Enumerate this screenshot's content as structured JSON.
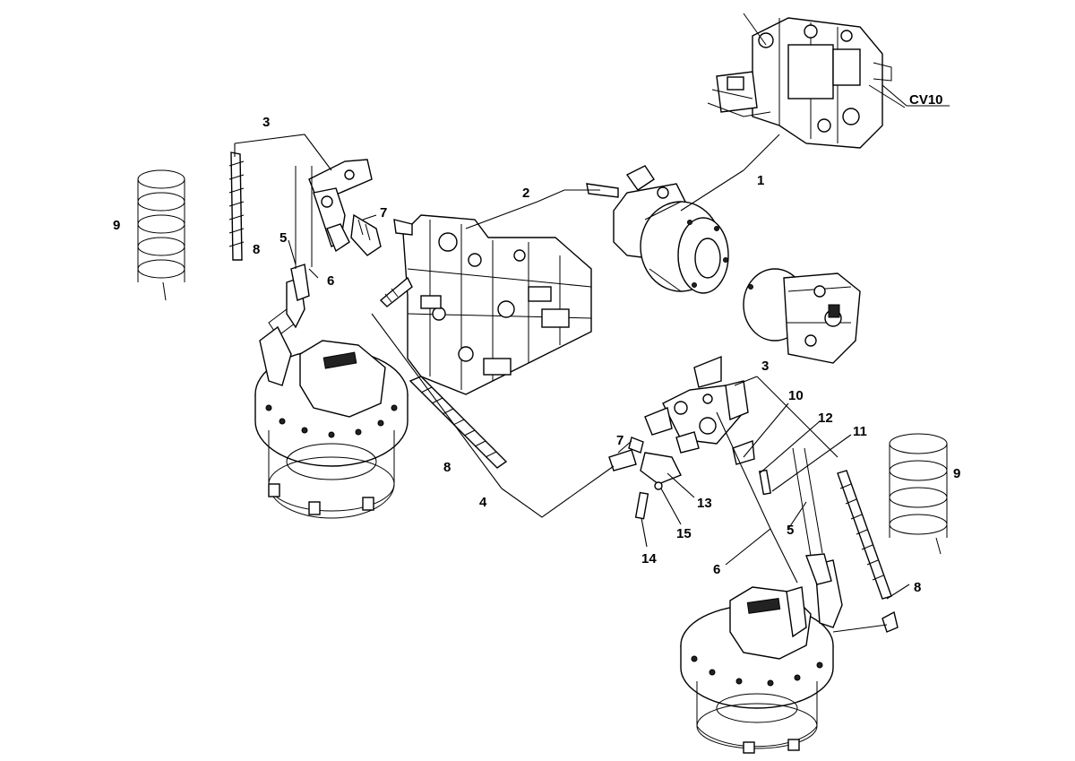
{
  "diagram": {
    "reference_code": "CV10",
    "callouts": {
      "c1": "1",
      "c2": "2",
      "c3a": "3",
      "c3b": "3",
      "c4": "4",
      "c5a": "5",
      "c5b": "5",
      "c6a": "6",
      "c6b": "6",
      "c7a": "7",
      "c7b": "7",
      "c8a": "8",
      "c8b": "8",
      "c8c": "8",
      "c9a": "9",
      "c9b": "9",
      "c10": "10",
      "c11": "11",
      "c12": "12",
      "c13": "13",
      "c14": "14",
      "c15": "15"
    }
  }
}
